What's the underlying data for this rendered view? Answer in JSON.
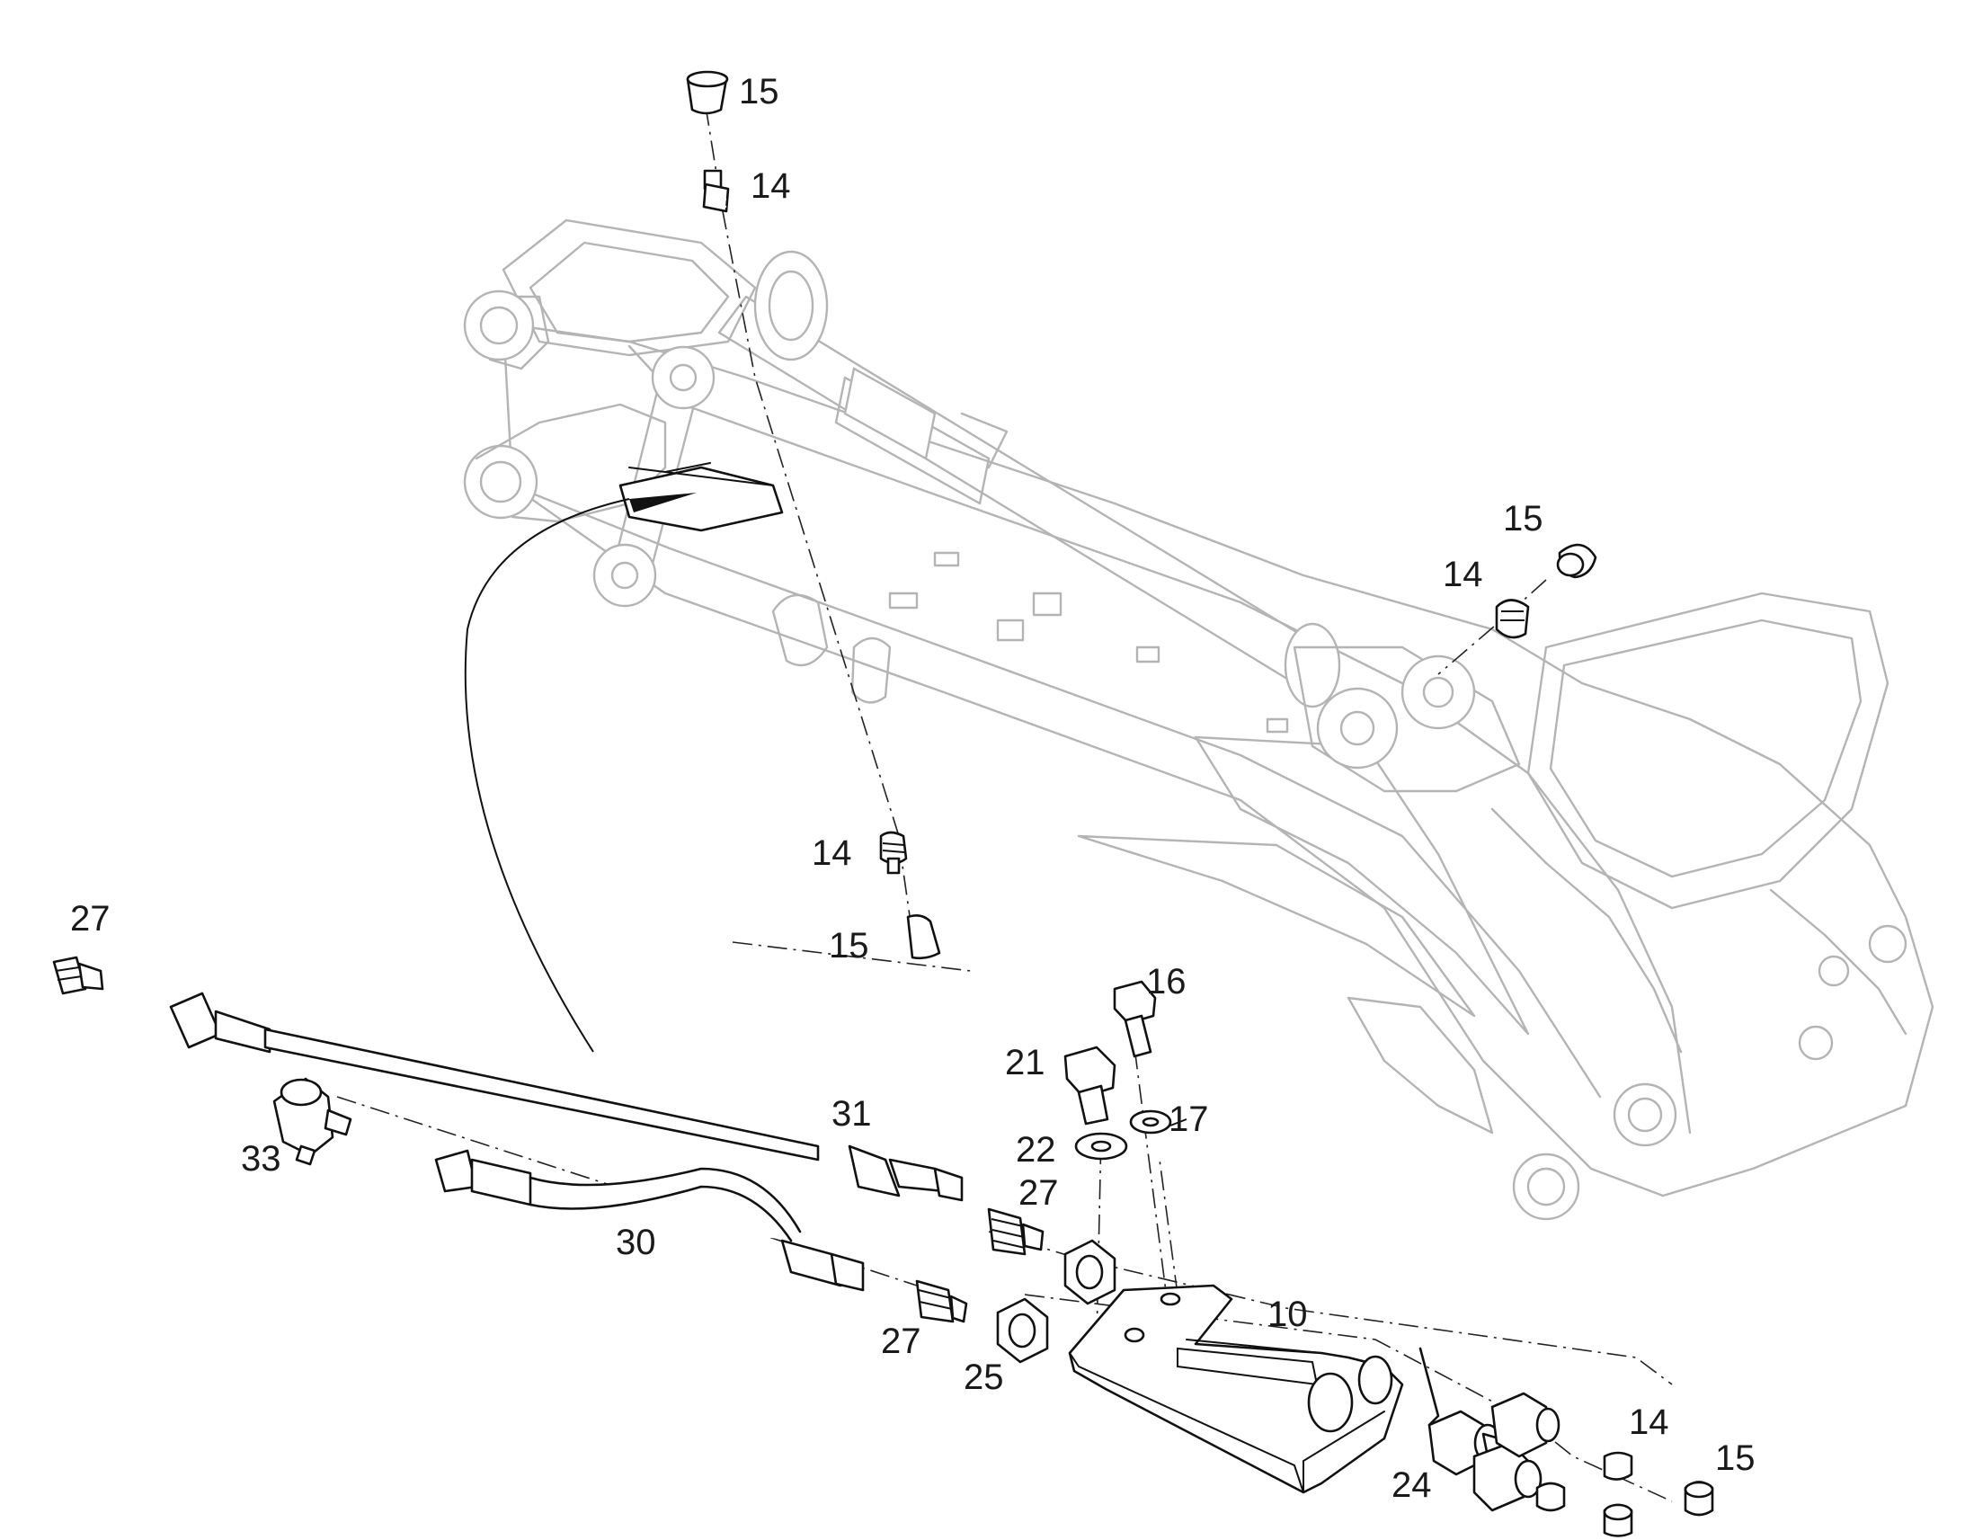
{
  "diagram": {
    "callouts": [
      {
        "id": "c15a",
        "label": "15"
      },
      {
        "id": "c14a",
        "label": "14"
      },
      {
        "id": "c15b",
        "label": "15"
      },
      {
        "id": "c14b",
        "label": "14"
      },
      {
        "id": "c14c",
        "label": "14"
      },
      {
        "id": "c15c",
        "label": "15"
      },
      {
        "id": "c27a",
        "label": "27"
      },
      {
        "id": "c16",
        "label": "16"
      },
      {
        "id": "c21",
        "label": "21"
      },
      {
        "id": "c31",
        "label": "31"
      },
      {
        "id": "c17",
        "label": "17"
      },
      {
        "id": "c22",
        "label": "22"
      },
      {
        "id": "c27b",
        "label": "27"
      },
      {
        "id": "c33",
        "label": "33"
      },
      {
        "id": "c30",
        "label": "30"
      },
      {
        "id": "c10",
        "label": "10"
      },
      {
        "id": "c27c",
        "label": "27"
      },
      {
        "id": "c25",
        "label": "25"
      },
      {
        "id": "c14d",
        "label": "14"
      },
      {
        "id": "c15d",
        "label": "15"
      },
      {
        "id": "c24",
        "label": "24"
      }
    ]
  }
}
